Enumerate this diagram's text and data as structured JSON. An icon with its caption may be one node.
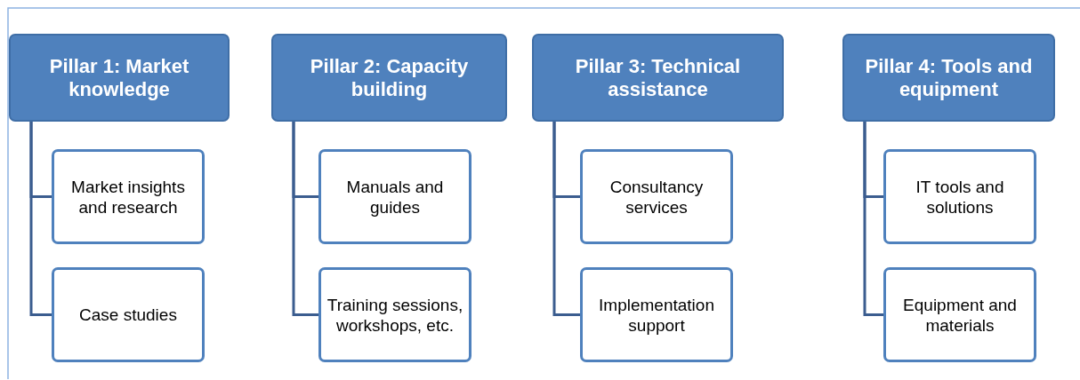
{
  "diagram": {
    "nodes": [
      {
        "text": [
          "Pillar 1: Market knowledge"
        ]
      },
      {
        "text": [
          "Market insights and research"
        ]
      },
      {
        "text": [
          "Case studies"
        ]
      },
      {
        "text": [
          "Pillar 2: Capacity building"
        ]
      },
      {
        "text": [
          "Manuals and guides"
        ]
      },
      {
        "text": [
          "Training sessions, workshops, etc."
        ]
      },
      {
        "text": [
          "Pillar 3: Technical assistance"
        ]
      },
      {
        "text": [
          "Consultancy services"
        ]
      },
      {
        "text": [
          "Implementation support"
        ]
      },
      {
        "text": [
          "Pillar 4: Tools and equipment"
        ]
      },
      {
        "text": [
          "IT tools and solutions"
        ]
      },
      {
        "text": [
          "Equipment and materials"
        ]
      }
    ],
    "edges": [
      {
        "from": 0,
        "to": 1,
        "arrow": "none"
      },
      {
        "from": 0,
        "to": 2,
        "arrow": "none"
      },
      {
        "from": 3,
        "to": 4,
        "arrow": "none"
      },
      {
        "from": 3,
        "to": 5,
        "arrow": "none"
      },
      {
        "from": 6,
        "to": 7,
        "arrow": "none"
      },
      {
        "from": 6,
        "to": 8,
        "arrow": "none"
      },
      {
        "from": 9,
        "to": 10,
        "arrow": "none"
      },
      {
        "from": 9,
        "to": 11,
        "arrow": "none"
      }
    ]
  }
}
